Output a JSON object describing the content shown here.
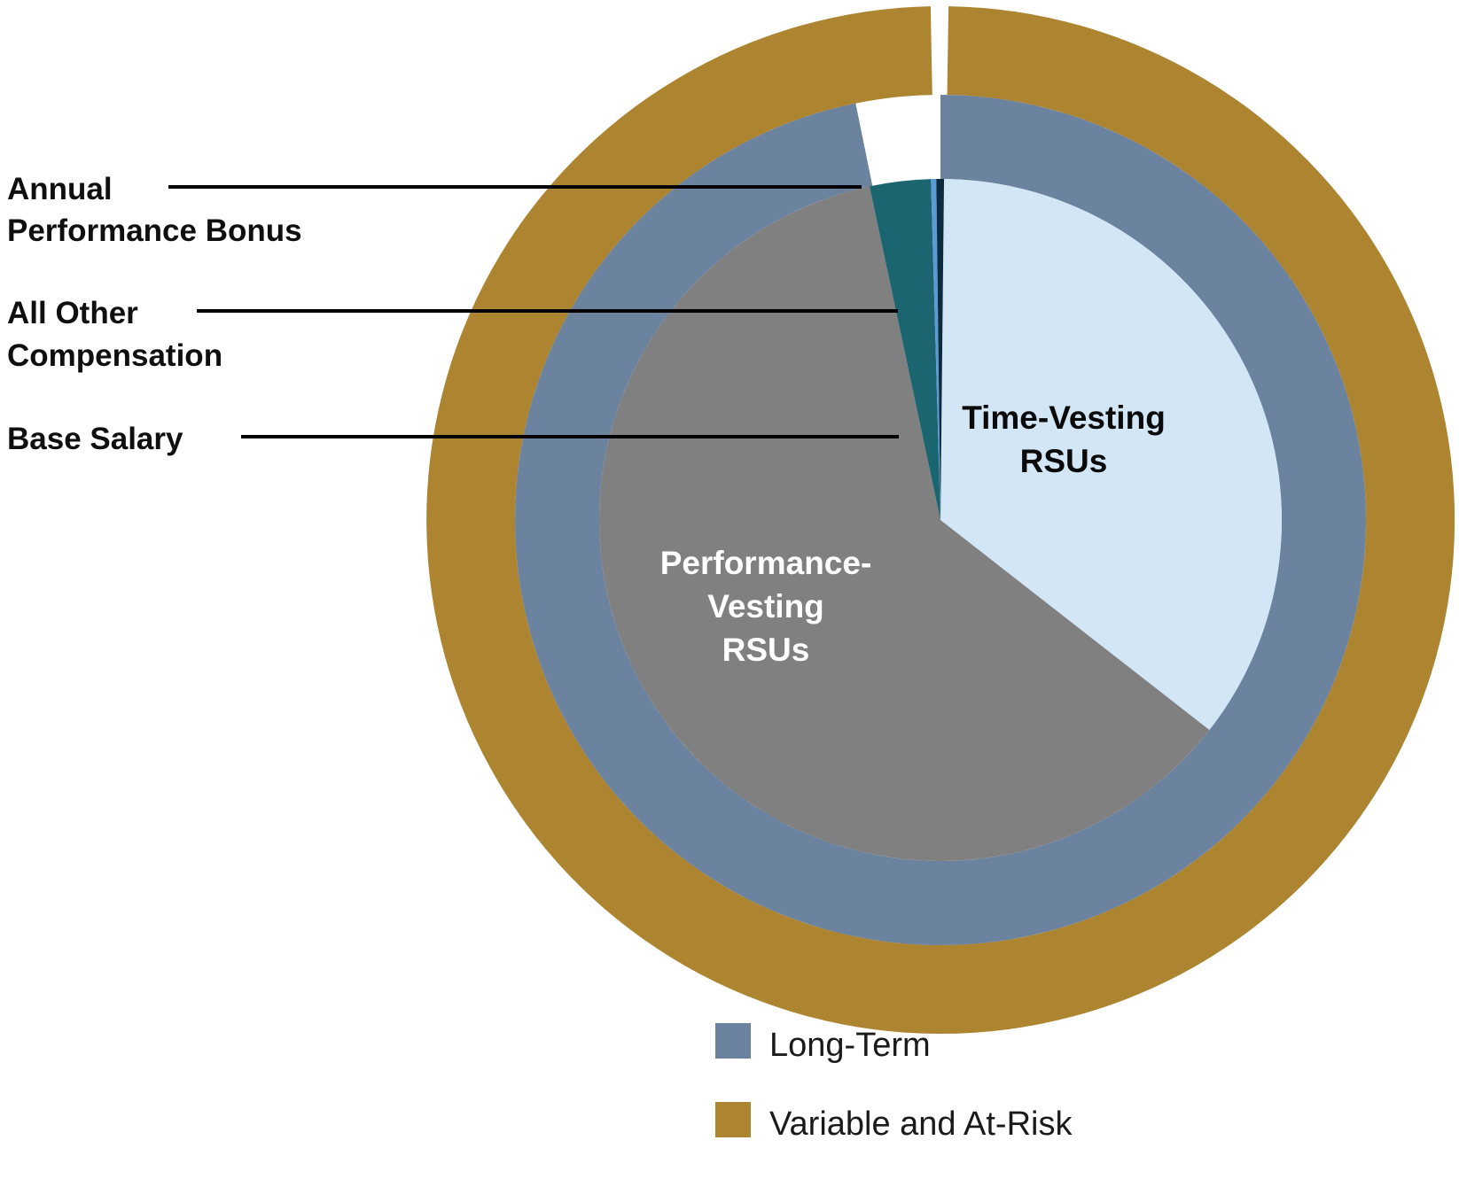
{
  "chart_data": {
    "type": "pie",
    "title": "",
    "subtitle": "",
    "xlabel": "",
    "ylabel": "",
    "legend_position": "bottom-center",
    "grid": false,
    "description": "Nested (multi-level) donut/pie chart of executive compensation mix. Inner pie shows the five pay components; the middle ring groups the long-term equity components; the outer ring groups all variable and at-risk pay.",
    "rings": [
      {
        "name": "Inner pie - pay components",
        "level": 0,
        "inner_radius": 0,
        "outer_radius": 385,
        "categories": [
          "Time-Vesting RSUs",
          "Performance-Vesting RSUs",
          "Annual Performance Bonus",
          "All Other Compensation",
          "Base Salary"
        ],
        "values": [
          35.4,
          61.1,
          2.9,
          0.3,
          0.3
        ],
        "colors": [
          "#D3E6F5",
          "#808080",
          "#1B6571",
          "#5B9BD5",
          "#0C2B3E"
        ],
        "start_angle_deg": 0.6,
        "slices": [
          {
            "label": "Time-Vesting RSUs",
            "value": 35.4,
            "start_deg": 0.6,
            "end_deg": 128.0,
            "color": "#D3E6F5",
            "label_shown": true,
            "label_color": "dark"
          },
          {
            "label": "Performance-Vesting RSUs",
            "value": 61.1,
            "start_deg": 128.0,
            "end_deg": 348.0,
            "color": "#808080",
            "label_shown": true,
            "label_color": "light"
          },
          {
            "label": "Annual Performance Bonus",
            "value": 2.9,
            "start_deg": 348.0,
            "end_deg": 358.4,
            "color": "#1B6571",
            "label_shown": false,
            "label_color": "callout"
          },
          {
            "label": "All Other Compensation",
            "value": 0.3,
            "start_deg": 358.4,
            "end_deg": 359.3,
            "color": "#5B9BD5",
            "label_shown": false,
            "label_color": "callout"
          },
          {
            "label": "Base Salary",
            "value": 0.3,
            "start_deg": 359.3,
            "end_deg": 360.6,
            "color": "#0C2B3E",
            "label_shown": false,
            "label_color": "callout"
          }
        ]
      },
      {
        "name": "Middle ring - Long-Term",
        "level": 1,
        "inner_radius": 385,
        "outer_radius": 480,
        "categories": [
          "Long-Term",
          "Not Long-Term"
        ],
        "values": [
          96.5,
          3.5
        ],
        "colors": [
          "#6C83A0",
          "#FFFFFF"
        ],
        "slices": [
          {
            "label": "Long-Term",
            "value": 96.5,
            "start_deg": 0.0,
            "end_deg": 348.5,
            "color": "#6C83A0"
          },
          {
            "label": "Not Long-Term",
            "value": 3.5,
            "start_deg": 348.5,
            "end_deg": 360.0,
            "color": "#FFFFFF"
          }
        ]
      },
      {
        "name": "Outer ring - Variable and At-Risk",
        "level": 2,
        "inner_radius": 480,
        "outer_radius": 580,
        "categories": [
          "Variable and At-Risk",
          "Not At-Risk"
        ],
        "values": [
          99.4,
          0.6
        ],
        "colors": [
          "#AD8430",
          "#FFFFFF"
        ],
        "slices": [
          {
            "label": "Variable and At-Risk",
            "value": 99.4,
            "start_deg": 0.9,
            "end_deg": 358.9,
            "color": "#AD8430"
          },
          {
            "label": "Not At-Risk",
            "value": 0.6,
            "start_deg": 358.9,
            "end_deg": 360.9,
            "color": "#FFFFFF"
          }
        ]
      }
    ],
    "legend": [
      {
        "label": "Long-Term",
        "color": "#6C83A0"
      },
      {
        "label": "Variable and At-Risk",
        "color": "#AD8430"
      }
    ],
    "callouts": [
      {
        "label": "Annual Performance Bonus",
        "lines": [
          "Annual",
          "Performance Bonus"
        ]
      },
      {
        "label": "All Other Compensation",
        "lines": [
          "All Other",
          "Compensation"
        ]
      },
      {
        "label": "Base Salary",
        "lines": [
          "Base Salary"
        ]
      }
    ],
    "inner_labels": [
      {
        "label": "Time-Vesting RSUs",
        "lines": [
          "Time-Vesting",
          "RSUs"
        ]
      },
      {
        "label": "Performance-Vesting RSUs",
        "lines": [
          "Performance-",
          "Vesting",
          "RSUs"
        ]
      }
    ]
  },
  "callouts": {
    "annual_bonus": {
      "line1": "Annual",
      "line2": "Performance Bonus"
    },
    "all_other": {
      "line1": "All Other",
      "line2": "Compensation"
    },
    "base_salary": {
      "line1": "Base Salary"
    }
  },
  "inner_labels": {
    "time_vesting": {
      "line1": "Time-Vesting",
      "line2": "RSUs"
    },
    "performance_vesting": {
      "line1": "Performance-",
      "line2": "Vesting",
      "line3": "RSUs"
    }
  },
  "legend": {
    "items": [
      {
        "label": "Long-Term",
        "color": "#6C83A0"
      },
      {
        "label": "Variable and At-Risk",
        "color": "#AD8430"
      }
    ]
  },
  "colors": {
    "gold": "#AD8430",
    "blue_gray": "#6C83A0",
    "gray": "#808080",
    "light_blue": "#D3E6F5",
    "teal": "#1B6571",
    "navy": "#0C2B3E",
    "sliver_blue": "#5B9BD5",
    "background": "#FFFFFF",
    "text": "#0F0F0F"
  }
}
